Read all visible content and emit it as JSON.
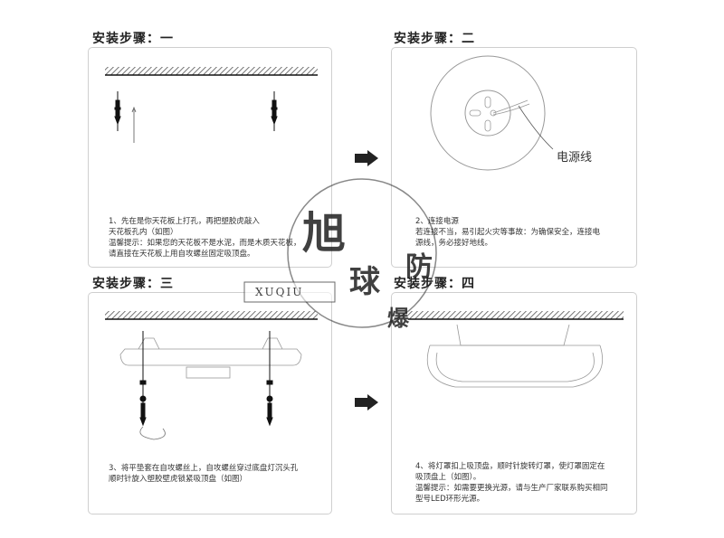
{
  "steps": [
    {
      "title": "安装步骤：一",
      "caption": [
        "1、先在是你天花板上打孔，再把塑胶虎敲入",
        "天花板孔内（如图）",
        "温馨提示：如果您的天花板不是水泥，而是木质天花板，",
        "请直接在天花板上用自攻螺丝固定吸顶盘。"
      ]
    },
    {
      "title": "安装步骤：二",
      "caption": [
        "2、连接电源",
        "若连接不当，易引起火灾等事故：为确保安全，连接电",
        "源线，务必接好地线。"
      ],
      "callout": "电源线"
    },
    {
      "title": "安装步骤：三",
      "caption": [
        "3、将平垫套在自攻螺丝上，自攻螺丝穿过底盘灯沉头孔",
        "顺时针旋入塑胶壁虎锁紧吸顶盘（如图）"
      ]
    },
    {
      "title": "安装步骤：四",
      "caption": [
        "4、将灯罩扣上吸顶盘，顺时针旋转灯罩，使灯罩固定在",
        "吸顶盘上（如图）。",
        "温馨提示：如需要更换光源，请与生产厂家联系购买相同",
        "型号LED环形光源。"
      ]
    }
  ],
  "watermark": {
    "chars": [
      "旭",
      "球",
      "防",
      "爆"
    ],
    "english": "XUQIU"
  }
}
